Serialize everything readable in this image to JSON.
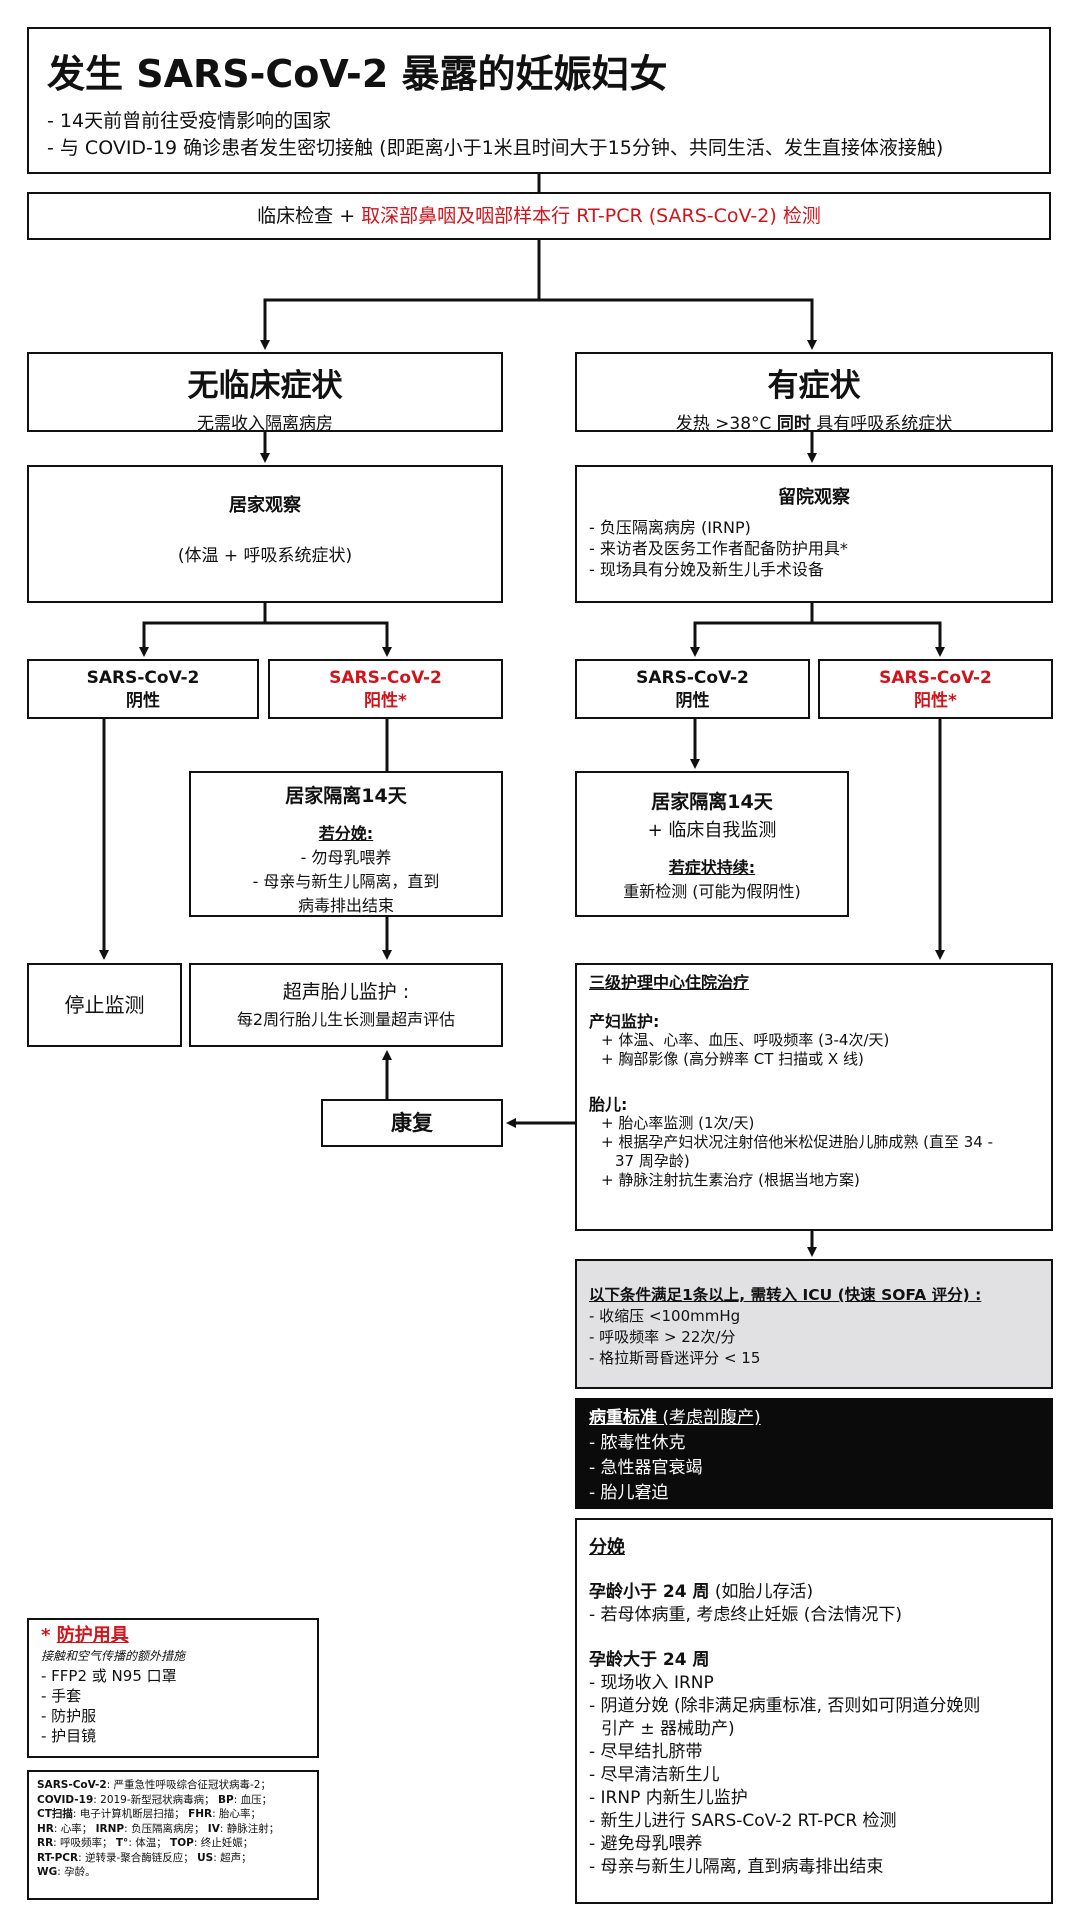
{
  "header": {
    "title": "发生 SARS-CoV-2 暴露的妊娠妇女",
    "bullets": [
      "- 14天前曾前往受疫情影响的国家",
      "- 与 COVID-19 确诊患者发生密切接触 (即距离小于1米且时间大于15分钟、共同生活、发生直接体液接触)"
    ]
  },
  "test": {
    "prefix": "临床检查 + ",
    "highlight": "取深部鼻咽及咽部样本行 RT-PCR (SARS-CoV-2) 检测"
  },
  "asymptomatic": {
    "title": "无临床症状",
    "subtitle": "无需收入隔离病房"
  },
  "symptomatic": {
    "title": "有症状",
    "subtitle_a": "发热 >38°C ",
    "subtitle_b": "同时",
    "subtitle_c": " 具有呼吸系统症状"
  },
  "home_observation": {
    "title": "居家观察",
    "detail": "(体温 + 呼吸系统症状)"
  },
  "hospital_observation": {
    "title": "留院观察",
    "items": [
      "- 负压隔离病房 (IRNP)",
      "- 来访者及医务工作者配备防护用具*",
      "- 现场具有分娩及新生儿手术设备"
    ]
  },
  "results": {
    "neg_left": {
      "line1": "SARS-CoV-2",
      "line2": "阴性"
    },
    "pos_left": {
      "line1": "SARS-CoV-2",
      "line2": "阳性*"
    },
    "neg_right": {
      "line1": "SARS-CoV-2",
      "line2": "阴性"
    },
    "pos_right": {
      "line1": "SARS-CoV-2",
      "line2": "阳性*"
    }
  },
  "iso_left": {
    "title": "居家隔离14天",
    "sub_heading": "若分娩:",
    "items": [
      "- 勿母乳喂养",
      "- 母亲与新生儿隔离，直到",
      "病毒排出结束"
    ]
  },
  "iso_right": {
    "title": "居家隔离14天",
    "line2": "+ 临床自我监测",
    "sub_heading": "若症状持续:",
    "detail": "重新检测 (可能为假阴性)"
  },
  "stop_monitoring": "停止监测",
  "ultrasound": {
    "title": "超声胎儿监护 :",
    "detail": "每2周行胎儿生长测量超声评估"
  },
  "recovery": "康复",
  "tertiary": {
    "title": "三级护理中心住院治疗",
    "maternal_heading": "产妇监护:",
    "maternal_items": [
      "+ 体温、心率、血压、呼吸频率 (3-4次/天)",
      "+ 胸部影像 (高分辨率 CT 扫描或 X 线)"
    ],
    "fetal_heading": "胎儿:",
    "fetal_items": [
      "+ 胎心率监测 (1次/天)",
      "+ 根据孕产妇状况注射倍他米松促进胎儿肺成熟 (直至 34 -",
      "37 周孕龄)",
      "+ 静脉注射抗生素治疗 (根据当地方案)"
    ]
  },
  "icu": {
    "title": "以下条件满足1条以上, 需转入 ICU (快速 SOFA 评分) :",
    "items": [
      "- 收缩压 <100mmHg",
      "- 呼吸频率 > 22次/分",
      "- 格拉斯哥昏迷评分 < 15"
    ]
  },
  "severe": {
    "title_a": "病重标准",
    "title_b": " (考虑剖腹产)",
    "items": [
      "- 脓毒性休克",
      "- 急性器官衰竭",
      "- 胎儿窘迫"
    ]
  },
  "delivery": {
    "title": "分娩",
    "lt24_heading": "孕龄小于 24 周",
    "lt24_note": " (如胎儿存活)",
    "lt24_item": "- 若母体病重, 考虑终止妊娠 (合法情况下)",
    "gt24_heading": "孕龄大于 24 周",
    "gt24_items": [
      "- 现场收入 IRNP",
      "- 阴道分娩 (除非满足病重标准, 否则如可阴道分娩则",
      "引产 ± 器械助产)",
      "- 尽早结扎脐带",
      "- 尽早清洁新生儿",
      "- IRNP 内新生儿监护",
      "- 新生儿进行 SARS-CoV-2 RT-PCR 检测",
      "- 避免母乳喂养",
      "- 母亲与新生儿隔离, 直到病毒排出结束"
    ]
  },
  "ppe": {
    "star": "*",
    "title": "防护用具",
    "subtitle": "接触和空气传播的额外措施",
    "items": [
      "- FFP2 或 N95 口罩",
      "- 手套",
      "- 防护服",
      "- 护目镜"
    ]
  },
  "abbreviations": [
    {
      "key": "SARS-CoV-2",
      "desc": ": 严重急性呼吸综合征冠状病毒-2；"
    },
    {
      "key": "COVID-19",
      "desc": ": 2019-新型冠状病毒病；"
    },
    {
      "key": "BP",
      "desc": ": 血压；"
    },
    {
      "key": "CT扫描",
      "desc": ": 电子计算机断层扫描；"
    },
    {
      "key": "FHR",
      "desc": ": 胎心率；"
    },
    {
      "key": "HR",
      "desc": ": 心率；"
    },
    {
      "key": "IRNP",
      "desc": ": 负压隔离病房；"
    },
    {
      "key": "IV",
      "desc": ": 静脉注射；"
    },
    {
      "key": "RR",
      "desc": ": 呼吸频率；"
    },
    {
      "key": "T°",
      "desc": ": 体温；"
    },
    {
      "key": "TOP",
      "desc": ": 终止妊娠；"
    },
    {
      "key": "RT-PCR",
      "desc": ": 逆转录-聚合酶链反应；"
    },
    {
      "key": "US",
      "desc": ": 超声；"
    },
    {
      "key": "WG",
      "desc": ": 孕龄。"
    }
  ],
  "colors": {
    "highlight": "#d0141b",
    "icu_bg": "#e1e1e3",
    "severe_bg": "#0b0b0b"
  }
}
